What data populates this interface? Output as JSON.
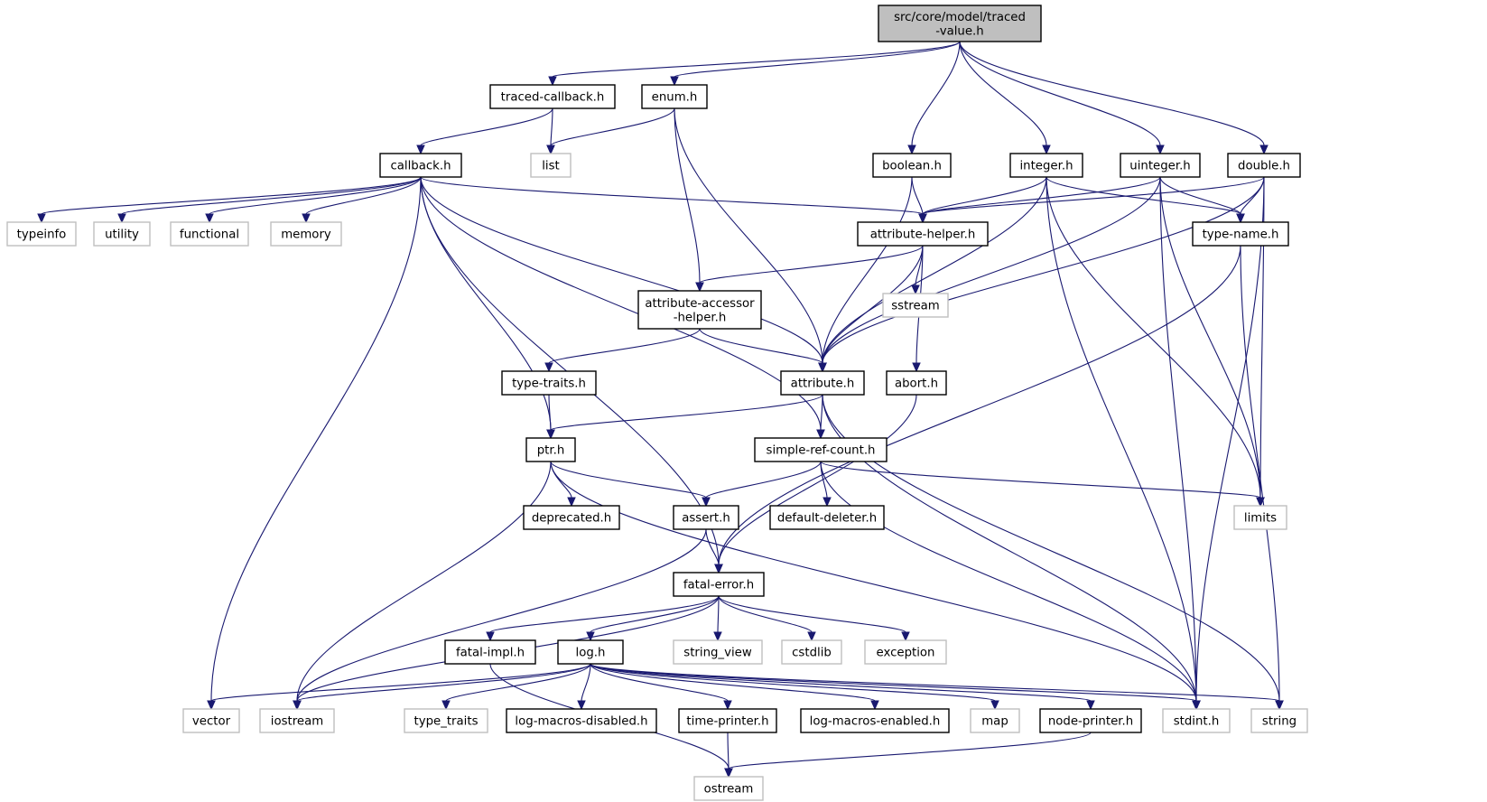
{
  "diagram": {
    "title": "Include dependency graph for traced-value.h",
    "colors": {
      "edge": "#191970",
      "root_fill": "#bfbfbf",
      "internal_border": "#000000",
      "external_border": "#bfbfbf"
    },
    "nodes": [
      {
        "id": "traced_value",
        "lines": [
          "src/core/model/traced",
          "-value.h"
        ],
        "kind": "root"
      },
      {
        "id": "traced_callback",
        "lines": [
          "traced-callback.h"
        ],
        "kind": "internal"
      },
      {
        "id": "enum",
        "lines": [
          "enum.h"
        ],
        "kind": "internal"
      },
      {
        "id": "boolean",
        "lines": [
          "boolean.h"
        ],
        "kind": "internal"
      },
      {
        "id": "integer",
        "lines": [
          "integer.h"
        ],
        "kind": "internal"
      },
      {
        "id": "uinteger",
        "lines": [
          "uinteger.h"
        ],
        "kind": "internal"
      },
      {
        "id": "double",
        "lines": [
          "double.h"
        ],
        "kind": "internal"
      },
      {
        "id": "callback",
        "lines": [
          "callback.h"
        ],
        "kind": "internal"
      },
      {
        "id": "list",
        "lines": [
          "list"
        ],
        "kind": "external"
      },
      {
        "id": "typeinfo",
        "lines": [
          "typeinfo"
        ],
        "kind": "external"
      },
      {
        "id": "utility",
        "lines": [
          "utility"
        ],
        "kind": "external"
      },
      {
        "id": "functional",
        "lines": [
          "functional"
        ],
        "kind": "external"
      },
      {
        "id": "memory",
        "lines": [
          "memory"
        ],
        "kind": "external"
      },
      {
        "id": "attribute_helper",
        "lines": [
          "attribute-helper.h"
        ],
        "kind": "internal"
      },
      {
        "id": "type_name",
        "lines": [
          "type-name.h"
        ],
        "kind": "internal"
      },
      {
        "id": "sstream",
        "lines": [
          "sstream"
        ],
        "kind": "external"
      },
      {
        "id": "attribute_accessor_helper",
        "lines": [
          "attribute-accessor",
          "-helper.h"
        ],
        "kind": "internal"
      },
      {
        "id": "type_traits_h",
        "lines": [
          "type-traits.h"
        ],
        "kind": "internal"
      },
      {
        "id": "attribute",
        "lines": [
          "attribute.h"
        ],
        "kind": "internal"
      },
      {
        "id": "abort",
        "lines": [
          "abort.h"
        ],
        "kind": "internal"
      },
      {
        "id": "ptr",
        "lines": [
          "ptr.h"
        ],
        "kind": "internal"
      },
      {
        "id": "simple_ref_count",
        "lines": [
          "simple-ref-count.h"
        ],
        "kind": "internal"
      },
      {
        "id": "deprecated",
        "lines": [
          "deprecated.h"
        ],
        "kind": "internal"
      },
      {
        "id": "assert",
        "lines": [
          "assert.h"
        ],
        "kind": "internal"
      },
      {
        "id": "default_deleter",
        "lines": [
          "default-deleter.h"
        ],
        "kind": "internal"
      },
      {
        "id": "limits",
        "lines": [
          "limits"
        ],
        "kind": "external"
      },
      {
        "id": "fatal_error",
        "lines": [
          "fatal-error.h"
        ],
        "kind": "internal"
      },
      {
        "id": "fatal_impl",
        "lines": [
          "fatal-impl.h"
        ],
        "kind": "internal"
      },
      {
        "id": "log",
        "lines": [
          "log.h"
        ],
        "kind": "internal"
      },
      {
        "id": "string_view",
        "lines": [
          "string_view"
        ],
        "kind": "external"
      },
      {
        "id": "cstdlib",
        "lines": [
          "cstdlib"
        ],
        "kind": "external"
      },
      {
        "id": "exception",
        "lines": [
          "exception"
        ],
        "kind": "external"
      },
      {
        "id": "vector",
        "lines": [
          "vector"
        ],
        "kind": "external"
      },
      {
        "id": "iostream",
        "lines": [
          "iostream"
        ],
        "kind": "external"
      },
      {
        "id": "type_traits",
        "lines": [
          "type_traits"
        ],
        "kind": "external"
      },
      {
        "id": "log_macros_disabled",
        "lines": [
          "log-macros-disabled.h"
        ],
        "kind": "internal"
      },
      {
        "id": "time_printer",
        "lines": [
          "time-printer.h"
        ],
        "kind": "internal"
      },
      {
        "id": "log_macros_enabled",
        "lines": [
          "log-macros-enabled.h"
        ],
        "kind": "internal"
      },
      {
        "id": "map",
        "lines": [
          "map"
        ],
        "kind": "external"
      },
      {
        "id": "node_printer",
        "lines": [
          "node-printer.h"
        ],
        "kind": "internal"
      },
      {
        "id": "stdint",
        "lines": [
          "stdint.h"
        ],
        "kind": "external"
      },
      {
        "id": "string",
        "lines": [
          "string"
        ],
        "kind": "external"
      },
      {
        "id": "ostream",
        "lines": [
          "ostream"
        ],
        "kind": "external"
      }
    ],
    "edges": [
      [
        "traced_value",
        "traced_callback"
      ],
      [
        "traced_value",
        "enum"
      ],
      [
        "traced_value",
        "boolean"
      ],
      [
        "traced_value",
        "integer"
      ],
      [
        "traced_value",
        "uinteger"
      ],
      [
        "traced_value",
        "double"
      ],
      [
        "traced_callback",
        "callback"
      ],
      [
        "traced_callback",
        "list"
      ],
      [
        "enum",
        "list"
      ],
      [
        "enum",
        "attribute"
      ],
      [
        "enum",
        "attribute_accessor_helper"
      ],
      [
        "callback",
        "typeinfo"
      ],
      [
        "callback",
        "utility"
      ],
      [
        "callback",
        "functional"
      ],
      [
        "callback",
        "memory"
      ],
      [
        "callback",
        "vector"
      ],
      [
        "callback",
        "fatal_error"
      ],
      [
        "callback",
        "ptr"
      ],
      [
        "callback",
        "simple_ref_count"
      ],
      [
        "callback",
        "attribute"
      ],
      [
        "callback",
        "attribute_helper"
      ],
      [
        "boolean",
        "attribute_helper"
      ],
      [
        "boolean",
        "attribute"
      ],
      [
        "integer",
        "attribute_helper"
      ],
      [
        "integer",
        "attribute"
      ],
      [
        "integer",
        "type_name"
      ],
      [
        "integer",
        "limits"
      ],
      [
        "integer",
        "stdint"
      ],
      [
        "uinteger",
        "attribute_helper"
      ],
      [
        "uinteger",
        "attribute"
      ],
      [
        "uinteger",
        "type_name"
      ],
      [
        "uinteger",
        "limits"
      ],
      [
        "uinteger",
        "stdint"
      ],
      [
        "double",
        "attribute_helper"
      ],
      [
        "double",
        "attribute"
      ],
      [
        "double",
        "type_name"
      ],
      [
        "double",
        "limits"
      ],
      [
        "double",
        "stdint"
      ],
      [
        "attribute_helper",
        "attribute_accessor_helper"
      ],
      [
        "attribute_helper",
        "sstream"
      ],
      [
        "attribute_helper",
        "abort"
      ],
      [
        "attribute_helper",
        "attribute"
      ],
      [
        "type_name",
        "fatal_error"
      ],
      [
        "type_name",
        "string"
      ],
      [
        "attribute_accessor_helper",
        "type_traits_h"
      ],
      [
        "attribute_accessor_helper",
        "attribute"
      ],
      [
        "type_traits_h",
        "ptr"
      ],
      [
        "attribute",
        "ptr"
      ],
      [
        "attribute",
        "simple_ref_count"
      ],
      [
        "attribute",
        "stdint"
      ],
      [
        "attribute",
        "string"
      ],
      [
        "abort",
        "fatal_error"
      ],
      [
        "ptr",
        "deprecated"
      ],
      [
        "ptr",
        "assert"
      ],
      [
        "ptr",
        "iostream"
      ],
      [
        "ptr",
        "stdint"
      ],
      [
        "simple_ref_count",
        "assert"
      ],
      [
        "simple_ref_count",
        "default_deleter"
      ],
      [
        "simple_ref_count",
        "limits"
      ],
      [
        "simple_ref_count",
        "stdint"
      ],
      [
        "assert",
        "fatal_error"
      ],
      [
        "assert",
        "iostream"
      ],
      [
        "fatal_error",
        "fatal_impl"
      ],
      [
        "fatal_error",
        "log"
      ],
      [
        "fatal_error",
        "string_view"
      ],
      [
        "fatal_error",
        "cstdlib"
      ],
      [
        "fatal_error",
        "exception"
      ],
      [
        "fatal_error",
        "iostream"
      ],
      [
        "fatal_impl",
        "ostream"
      ],
      [
        "log",
        "vector"
      ],
      [
        "log",
        "iostream"
      ],
      [
        "log",
        "type_traits"
      ],
      [
        "log",
        "log_macros_disabled"
      ],
      [
        "log",
        "time_printer"
      ],
      [
        "log",
        "log_macros_enabled"
      ],
      [
        "log",
        "map"
      ],
      [
        "log",
        "node_printer"
      ],
      [
        "log",
        "stdint"
      ],
      [
        "log",
        "string"
      ],
      [
        "time_printer",
        "ostream"
      ],
      [
        "node_printer",
        "ostream"
      ]
    ]
  }
}
